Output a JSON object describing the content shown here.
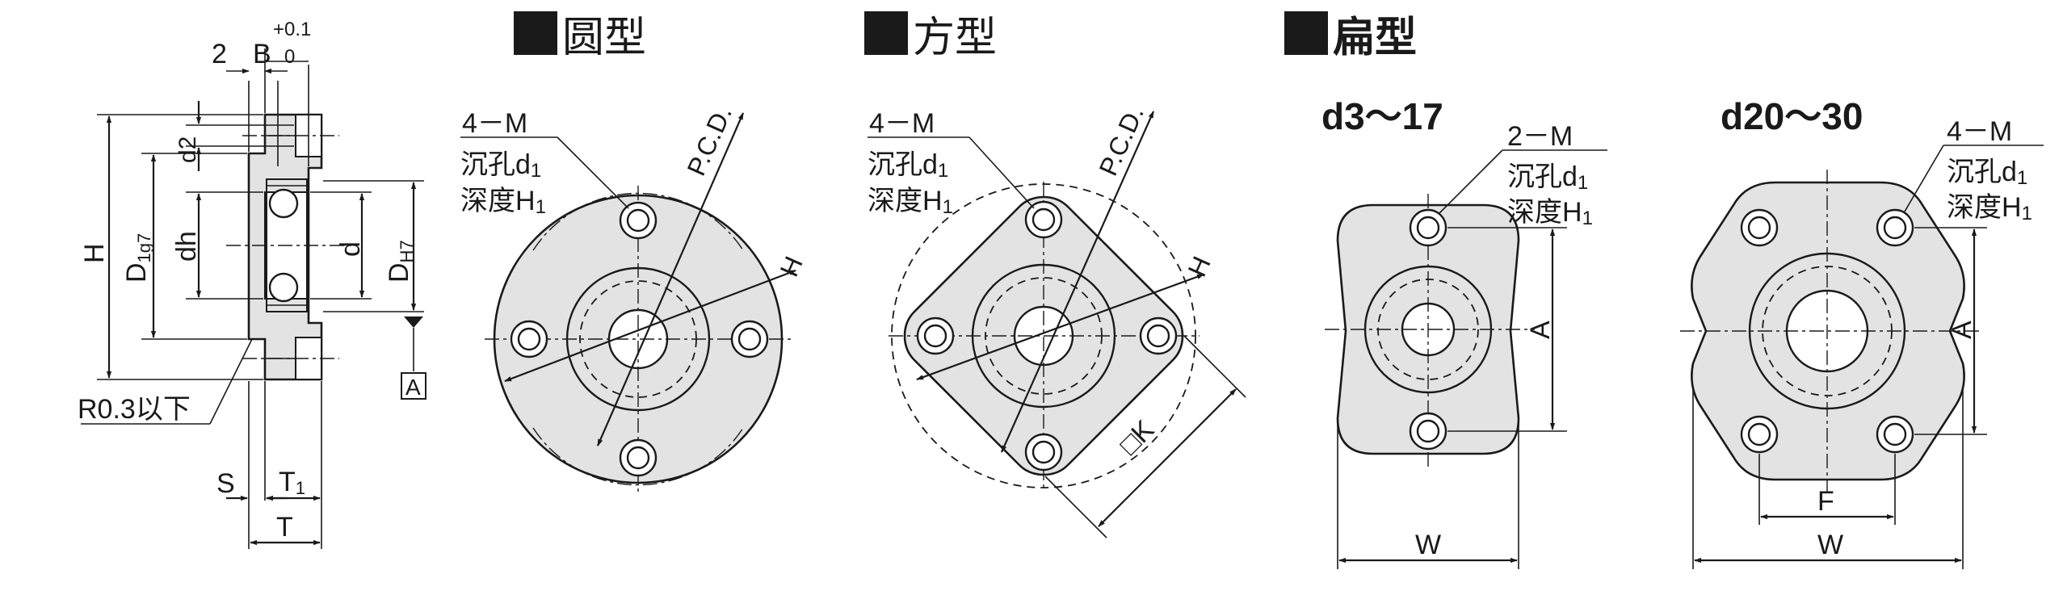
{
  "sections": {
    "round": {
      "title": "圆型"
    },
    "square": {
      "title": "方型"
    },
    "flat": {
      "title": "扁型"
    }
  },
  "flat_variants": {
    "small_range": "d3～17",
    "large_range": "d20～30"
  },
  "side_view": {
    "dim_2": "2",
    "dim_B": "B",
    "tol_upper": "+0.1",
    "tol_lower": "0",
    "dim_H": "H",
    "dim_D1": "D",
    "dim_D1_sub": "1g7",
    "dim_dh": "dh",
    "dim_d2": "d2",
    "dim_d": "d",
    "dim_DH7": "D",
    "dim_DH7_sub": "H7",
    "datum": "A",
    "radius_note": "R0.3以下",
    "dim_S": "S",
    "dim_T1": "T",
    "dim_T1_sub": "1",
    "dim_T": "T"
  },
  "round_view": {
    "holes": "4－M",
    "counterbore": "沉孔d",
    "counterbore_sub": "1",
    "depth": "深度H",
    "depth_sub": "1",
    "pcd": "P.C.D.",
    "dim_H": "H"
  },
  "square_view": {
    "holes": "4－M",
    "counterbore": "沉孔d",
    "counterbore_sub": "1",
    "depth": "深度H",
    "depth_sub": "1",
    "pcd": "P.C.D.",
    "dim_H": "H",
    "dim_K": "□K"
  },
  "flat_small_view": {
    "holes": "2－M",
    "counterbore": "沉孔d",
    "counterbore_sub": "1",
    "depth": "深度H",
    "depth_sub": "1",
    "dim_A": "A",
    "dim_W": "W"
  },
  "flat_large_view": {
    "holes": "4－M",
    "counterbore": "沉孔d",
    "counterbore_sub": "1",
    "depth": "深度H",
    "depth_sub": "1",
    "dim_A": "A",
    "dim_F": "F",
    "dim_W": "W"
  }
}
